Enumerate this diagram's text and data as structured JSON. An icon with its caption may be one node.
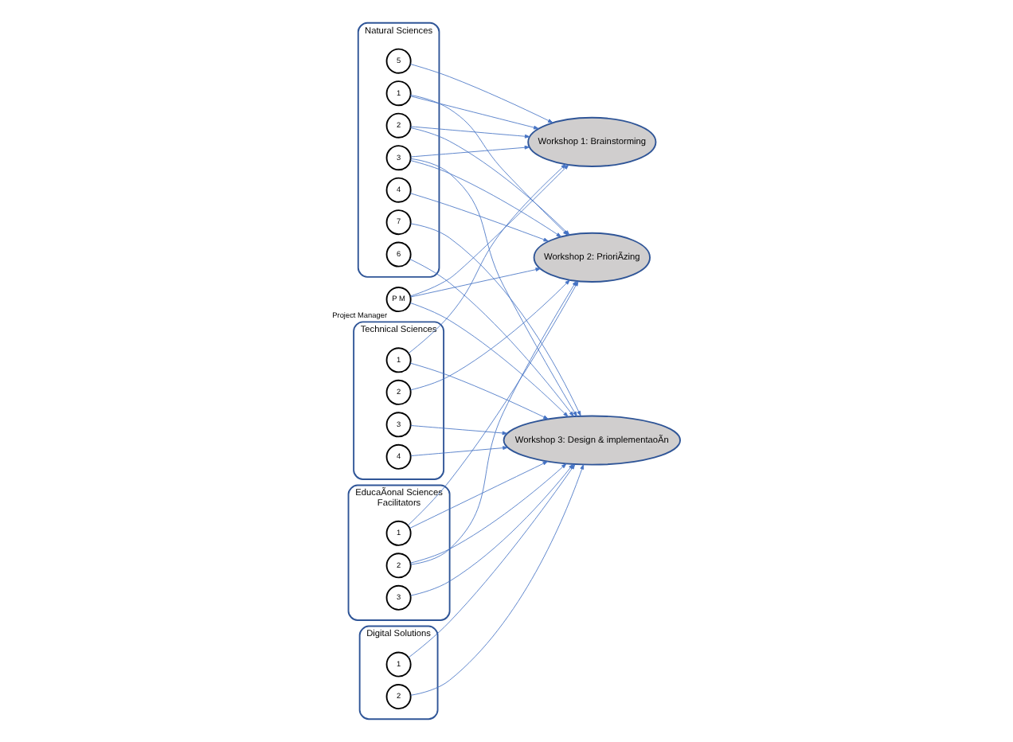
{
  "diagram": {
    "nodes": [
      {
        "text": [
          "P M"
        ],
        "beside": [
          "Project Manager"
        ]
      },
      {
        "text": [
          "Natural Sciences"
        ]
      },
      {
        "text": [
          "1"
        ],
        "in": 1
      },
      {
        "text": [
          "2"
        ],
        "in": 1
      },
      {
        "text": [
          "3"
        ],
        "in": 1
      },
      {
        "text": [
          "4"
        ],
        "in": 1
      },
      {
        "text": [
          "5"
        ],
        "in": 1
      },
      {
        "text": [
          "6"
        ],
        "in": 1
      },
      {
        "text": [
          "7"
        ],
        "in": 1
      },
      {
        "text": [
          "Workshop 1: Brainstorming"
        ]
      },
      {
        "text": [
          "Technical Sciences"
        ]
      },
      {
        "text": [
          "1"
        ],
        "in": 10
      },
      {
        "text": [
          "2"
        ],
        "in": 10
      },
      {
        "text": [
          "3"
        ],
        "in": 10
      },
      {
        "text": [
          "4"
        ],
        "in": 10
      },
      {
        "text": [
          "Workshop 2: PrioriÃzing"
        ]
      },
      {
        "text": [
          "Digital Solutions"
        ]
      },
      {
        "text": [
          "1"
        ],
        "in": 16
      },
      {
        "text": [
          "2"
        ],
        "in": 16
      },
      {
        "text": [
          "Workshop 3: Design & implementaoÃn"
        ]
      },
      {
        "text": [
          "EducaÃonal Sciences",
          "Facilitators"
        ]
      },
      {
        "text": [
          "1"
        ],
        "in": 20
      },
      {
        "text": [
          "2"
        ],
        "in": 20
      },
      {
        "text": [
          "3"
        ],
        "in": 20
      }
    ],
    "edges": [
      {
        "from": 0,
        "to": 9,
        "arrow": "to"
      },
      {
        "from": 0,
        "to": 15,
        "arrow": "to"
      },
      {
        "from": 0,
        "to": 19,
        "arrow": "to"
      },
      {
        "from": 2,
        "to": 9,
        "arrow": "to"
      },
      {
        "from": 3,
        "to": 9,
        "arrow": "to"
      },
      {
        "from": 4,
        "to": 9,
        "arrow": "to"
      },
      {
        "from": 6,
        "to": 9,
        "arrow": "to"
      },
      {
        "from": 2,
        "to": 15,
        "arrow": "to"
      },
      {
        "from": 3,
        "to": 15,
        "arrow": "to"
      },
      {
        "from": 4,
        "to": 15,
        "arrow": "to"
      },
      {
        "from": 5,
        "to": 15,
        "arrow": "to"
      },
      {
        "from": 4,
        "to": 19,
        "arrow": "to"
      },
      {
        "from": 7,
        "to": 19,
        "arrow": "to"
      },
      {
        "from": 8,
        "to": 19,
        "arrow": "to"
      },
      {
        "from": 11,
        "to": 9,
        "arrow": "to"
      },
      {
        "from": 12,
        "to": 15,
        "arrow": "to"
      },
      {
        "from": 11,
        "to": 19,
        "arrow": "to"
      },
      {
        "from": 14,
        "to": 19,
        "arrow": "to"
      },
      {
        "from": 13,
        "to": 19,
        "arrow": "to"
      },
      {
        "from": 18,
        "to": 19,
        "arrow": "to"
      },
      {
        "from": 17,
        "to": 19,
        "arrow": "to"
      },
      {
        "from": 21,
        "to": 19,
        "arrow": "to"
      },
      {
        "from": 21,
        "to": 15,
        "arrow": "to"
      },
      {
        "from": 22,
        "to": 15,
        "arrow": "to"
      },
      {
        "from": 22,
        "to": 19,
        "arrow": "to"
      },
      {
        "from": 23,
        "to": 19,
        "arrow": "to"
      }
    ]
  }
}
